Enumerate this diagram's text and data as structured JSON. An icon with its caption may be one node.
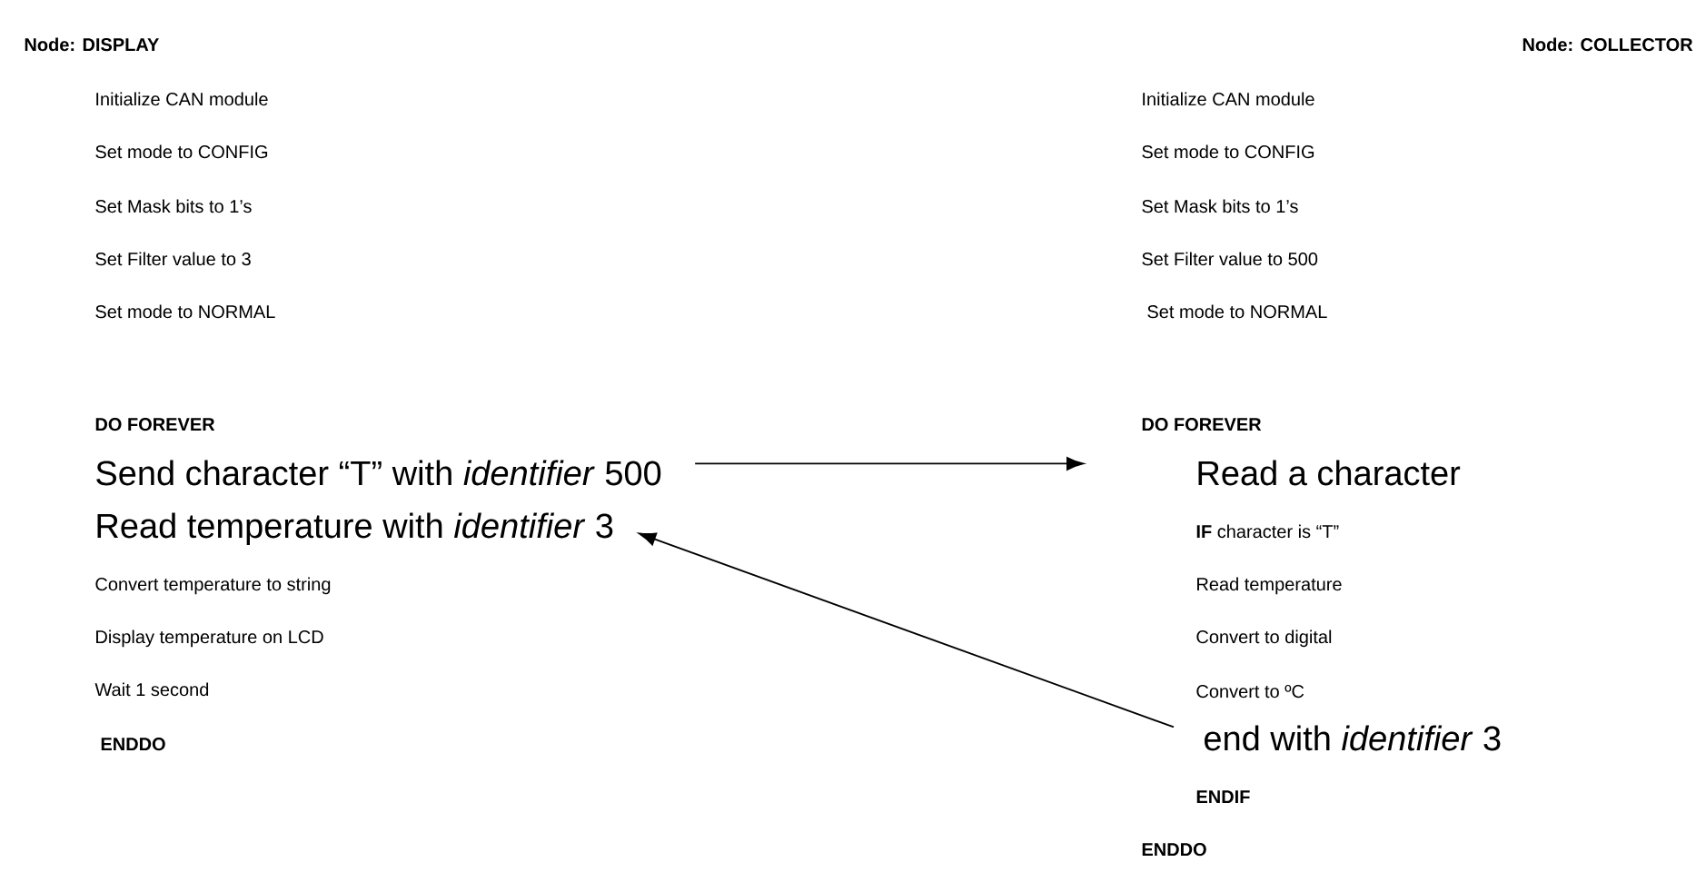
{
  "diagram": {
    "nodes": [
      {
        "text": [
          "Send character “T” with *identifier* 500"
        ]
      },
      {
        "text": [
          "Read a character"
        ]
      },
      {
        "text": [
          "Read temperature with *identifier* 3"
        ]
      },
      {
        "text": [
          "end with *identifier* 3"
        ]
      }
    ],
    "edges": [
      {
        "from": 0,
        "to": 1,
        "arrow": "to"
      },
      {
        "from": 3,
        "to": 2,
        "arrow": "to"
      }
    ],
    "labels": [
      "Node: DISPLAY",
      "Initialize CAN module",
      "Set mode to CONFIG",
      "Set Mask bits to 1’s",
      "Set Filter value to 3",
      "Set mode to NORMAL",
      "DO FOREVER",
      "Convert temperature to string",
      "Display temperature on LCD",
      "Wait 1 second",
      "ENDDO",
      "Node: COLLECTOR",
      "Initialize CAN module",
      "Set mode to CONFIG",
      "Set Mask bits to 1’s",
      "Set Filter value to 500",
      "Set mode to NORMAL",
      "DO FOREVER",
      "**IF** character is “T”",
      "Read temperature",
      "Convert to digital",
      "Convert to ºC",
      "ENDIF",
      "ENDDO"
    ]
  }
}
